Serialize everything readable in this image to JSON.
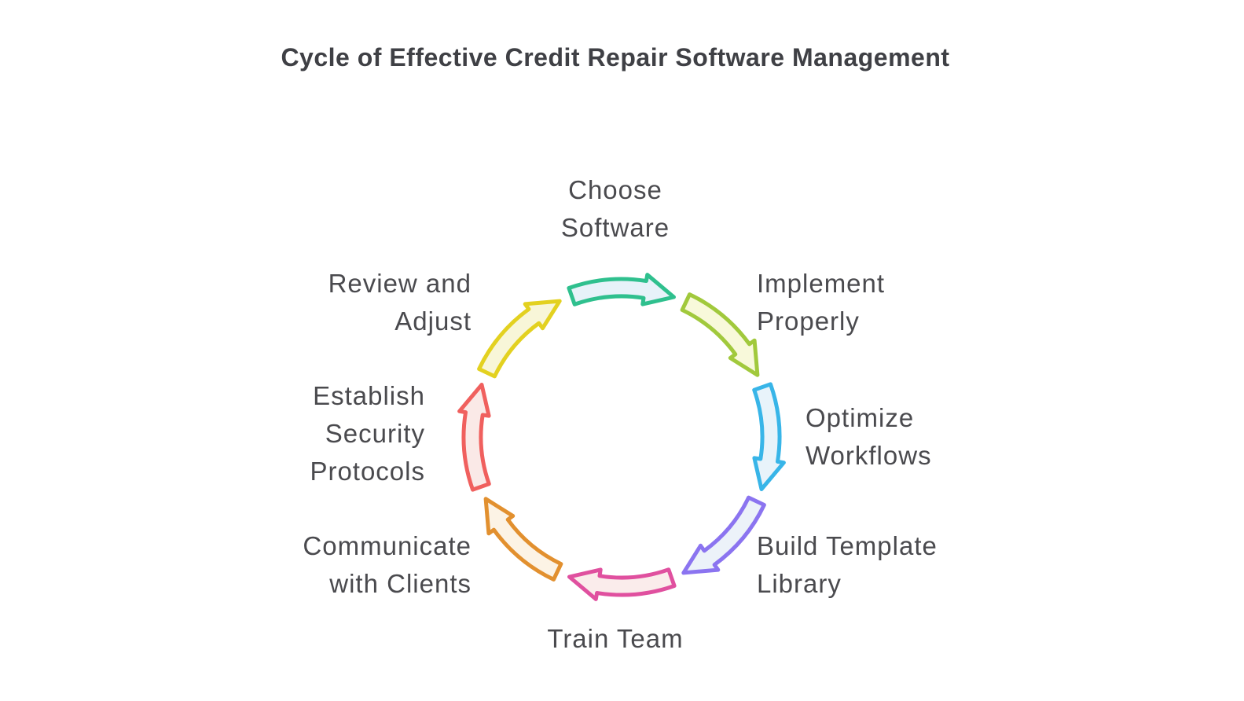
{
  "title": "Cycle of Effective Credit Repair Software Management",
  "diagram": {
    "type": "cycle",
    "direction": "clockwise",
    "step_count": 8
  },
  "colors": {
    "background": "#ffffff",
    "title_text": "#3f4045",
    "label_text": "#4a4a4e"
  },
  "steps": [
    {
      "id": "choose-software",
      "label": "Choose\nSoftware",
      "arrow_stroke": "#2fc08e",
      "arrow_fill": "#e7f2f9"
    },
    {
      "id": "implement-properly",
      "label": "Implement\nProperly",
      "arrow_stroke": "#a1c93c",
      "arrow_fill": "#f8f9da"
    },
    {
      "id": "optimize-workflows",
      "label": "Optimize\nWorkflows",
      "arrow_stroke": "#38b5e8",
      "arrow_fill": "#e8f3fa"
    },
    {
      "id": "build-template-library",
      "label": "Build Template\nLibrary",
      "arrow_stroke": "#8b74f0",
      "arrow_fill": "#ecf2f9"
    },
    {
      "id": "train-team",
      "label": "Train Team",
      "arrow_stroke": "#e0509f",
      "arrow_fill": "#faeceb"
    },
    {
      "id": "communicate-with-clients",
      "label": "Communicate\nwith Clients",
      "arrow_stroke": "#e2902f",
      "arrow_fill": "#fcf3e5"
    },
    {
      "id": "establish-security-protocols",
      "label": "Establish\nSecurity\nProtocols",
      "arrow_stroke": "#f0605e",
      "arrow_fill": "#fae9e7"
    },
    {
      "id": "review-and-adjust",
      "label": "Review and\nAdjust",
      "arrow_stroke": "#e3d120",
      "arrow_fill": "#f8f6d8"
    }
  ]
}
